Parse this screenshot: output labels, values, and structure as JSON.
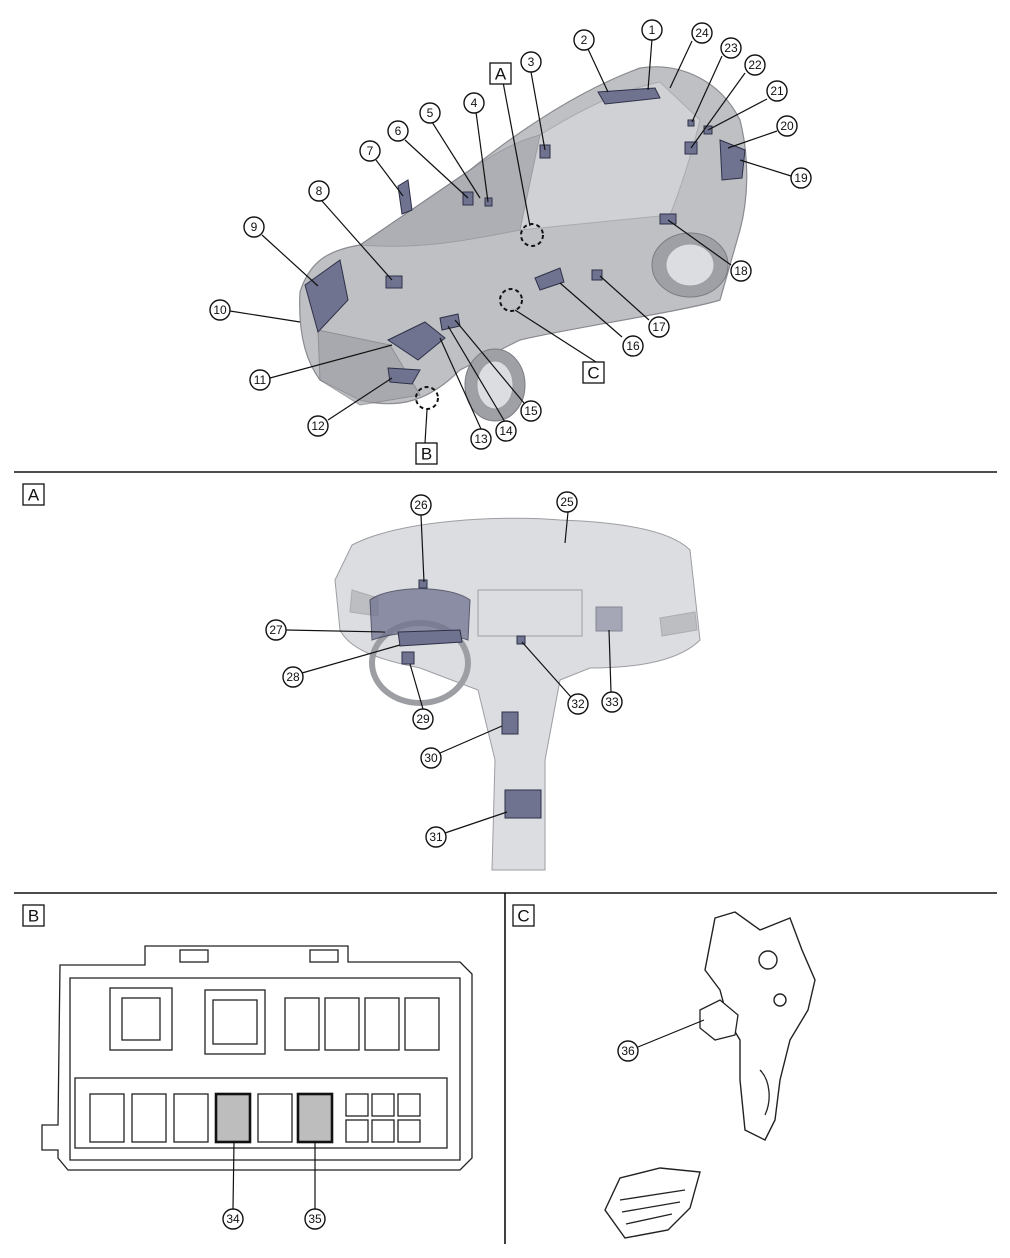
{
  "panels": {
    "overview": {
      "callouts": [
        "1",
        "2",
        "3",
        "4",
        "5",
        "6",
        "7",
        "8",
        "9",
        "10",
        "11",
        "12",
        "13",
        "14",
        "15",
        "16",
        "17",
        "18",
        "19",
        "20",
        "21",
        "22",
        "23",
        "24"
      ],
      "markers": [
        "A",
        "B",
        "C"
      ]
    },
    "a": {
      "label": "A",
      "callouts": [
        "25",
        "26",
        "27",
        "28",
        "29",
        "30",
        "31",
        "32",
        "33"
      ]
    },
    "b": {
      "label": "B",
      "callouts": [
        "34",
        "35"
      ]
    },
    "c": {
      "label": "C",
      "callouts": [
        "36"
      ]
    }
  },
  "colors": {
    "line": "#111111",
    "component": "#6f7390",
    "body": "#bfc0c4",
    "fuse_highlight": "#bdbdbd"
  }
}
